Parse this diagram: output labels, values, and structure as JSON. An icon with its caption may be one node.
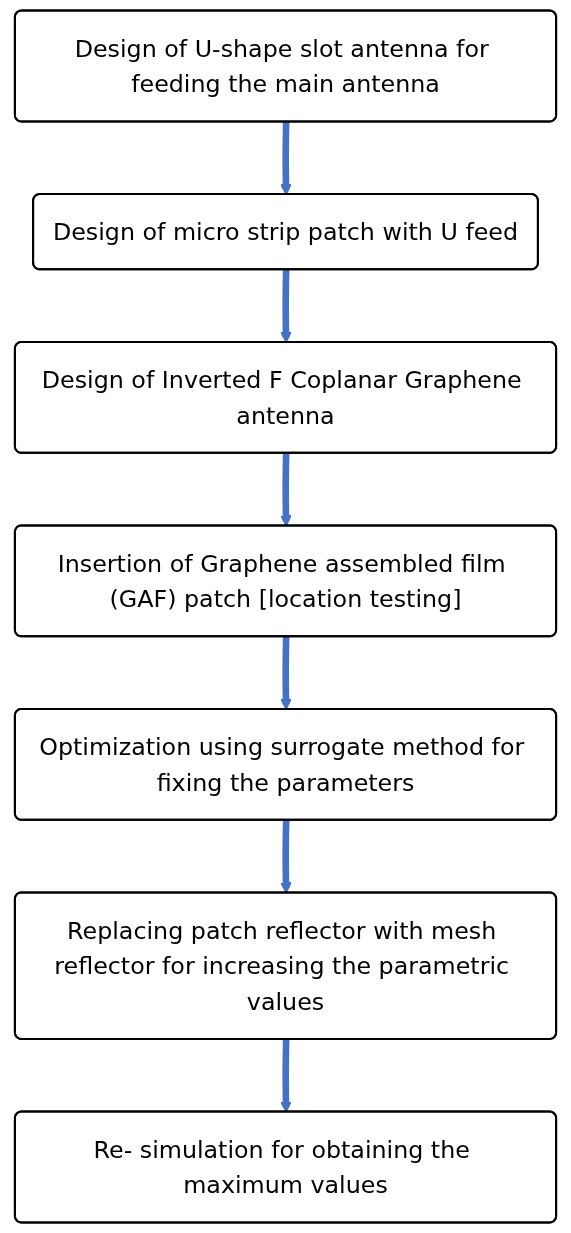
{
  "diagram": {
    "nodes": [
      {
        "text": [
          "Design of U-shape slot antenna for feeding the main antenna"
        ]
      },
      {
        "text": [
          "Design of micro strip patch with U feed"
        ]
      },
      {
        "text": [
          "Design of Inverted F Coplanar Graphene antenna"
        ]
      },
      {
        "text": [
          "Insertion of Graphene assembled film (GAF) patch [location testing]"
        ]
      },
      {
        "text": [
          "Optimization using surrogate method for fixing the parameters"
        ]
      },
      {
        "text": [
          "Replacing patch reflector with mesh reflector for increasing the parametric values"
        ]
      },
      {
        "text": [
          "Re- simulation for obtaining the maximum values"
        ]
      }
    ],
    "edges": [
      {
        "from": 0,
        "to": 1,
        "arrow": "to"
      },
      {
        "from": 1,
        "to": 2,
        "arrow": "to"
      },
      {
        "from": 2,
        "to": 3,
        "arrow": "to"
      },
      {
        "from": 3,
        "to": 4,
        "arrow": "to"
      },
      {
        "from": 4,
        "to": 5,
        "arrow": "to"
      },
      {
        "from": 5,
        "to": 6,
        "arrow": "to"
      }
    ]
  }
}
